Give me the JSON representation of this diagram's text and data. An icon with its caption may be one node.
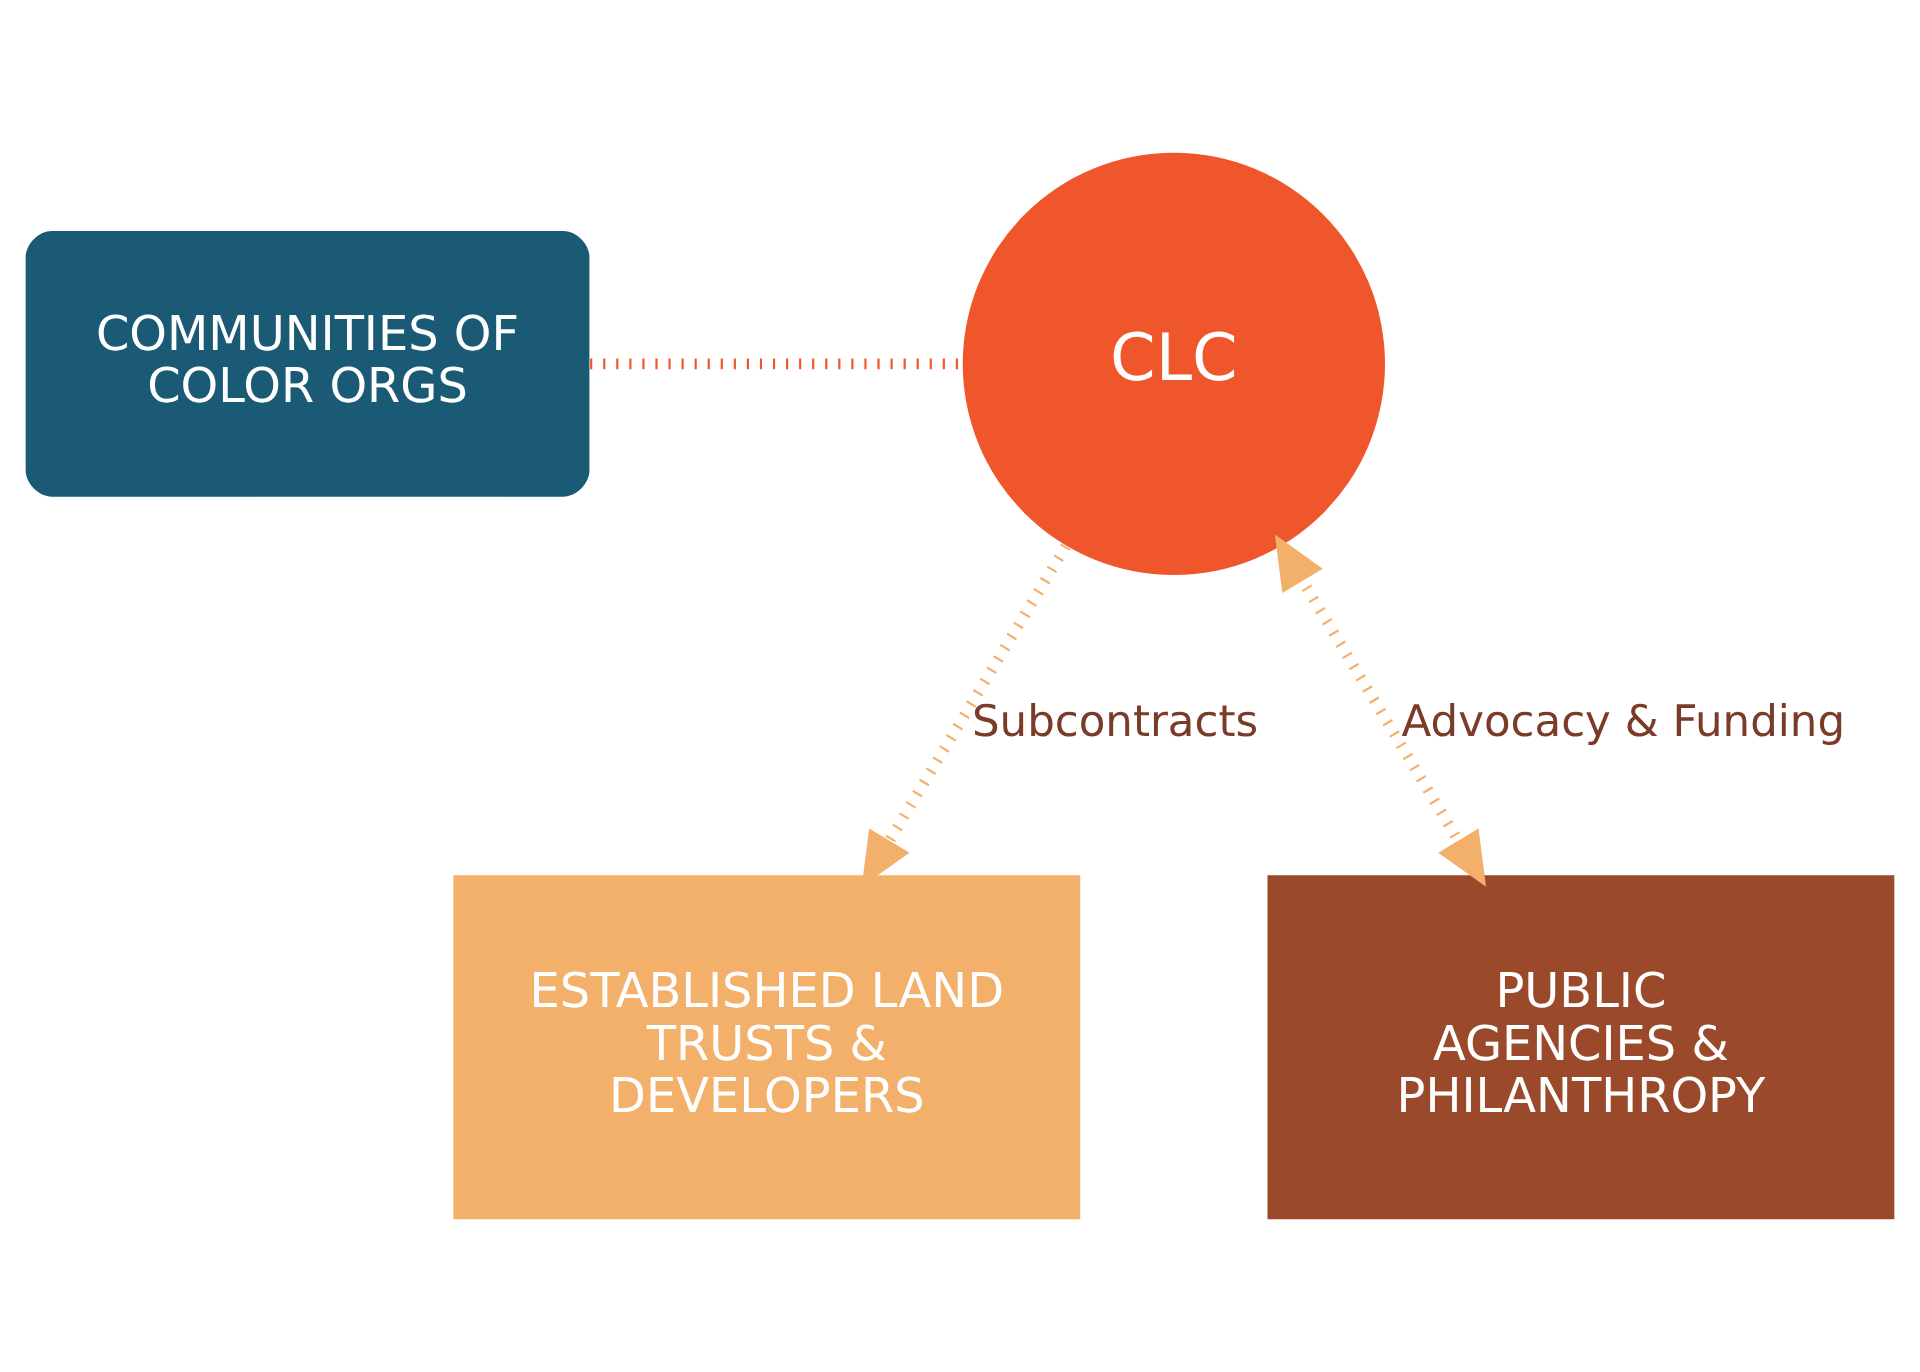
{
  "diagram": {
    "nodes": [
      {
        "text": [
          "COMMUNITIES OF COLOR ORGS"
        ]
      },
      {
        "text": [
          "CLC"
        ]
      },
      {
        "text": [
          "ESTABLISHED LAND TRUSTS & DEVELOPERS"
        ]
      },
      {
        "text": [
          "PUBLIC AGENCIES & PHILANTHROPY"
        ]
      }
    ],
    "edges": [
      {
        "from": 0,
        "to": 1,
        "arrow": "none",
        "style": "dashed",
        "color": "#f0562b"
      },
      {
        "from": 1,
        "to": 2,
        "arrow": "to",
        "label": "Subcontracts",
        "style": "dashed",
        "color": "#f2b06b"
      },
      {
        "from": 1,
        "to": 3,
        "arrow": "both",
        "label": "Advocacy & Funding",
        "style": "dashed",
        "color": "#f2b06b"
      }
    ]
  }
}
